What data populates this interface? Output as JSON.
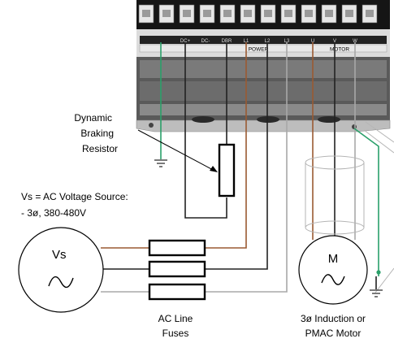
{
  "labels": {
    "dbr_line1": "Dynamic",
    "dbr_line2": "Braking",
    "dbr_line3": "Resistor",
    "vs_line1": "Vs = AC Voltage Source:",
    "vs_line2": "- 3ø, 380-480V",
    "source_symbol": "Vs",
    "fuses_line1": "AC Line",
    "fuses_line2": "Fuses",
    "motor_symbol": "M",
    "motor_line1": "3ø Induction or",
    "motor_line2": "PMAC Motor"
  },
  "terminal_labels": [
    "DC+",
    "DC-",
    "DBR",
    "L1",
    "L2",
    "L3",
    "U",
    "V",
    "W"
  ],
  "section_labels": {
    "power": "POWER",
    "motor": "MOTOR"
  },
  "colors": {
    "brown_wire": "#9a5a32",
    "black_wire": "#222222",
    "gray_wire": "#a8a8a8",
    "ground_wire": "#2aa06a",
    "drive_chassis": "#cfcfcf",
    "terminal_block": "#1b1b1b"
  }
}
